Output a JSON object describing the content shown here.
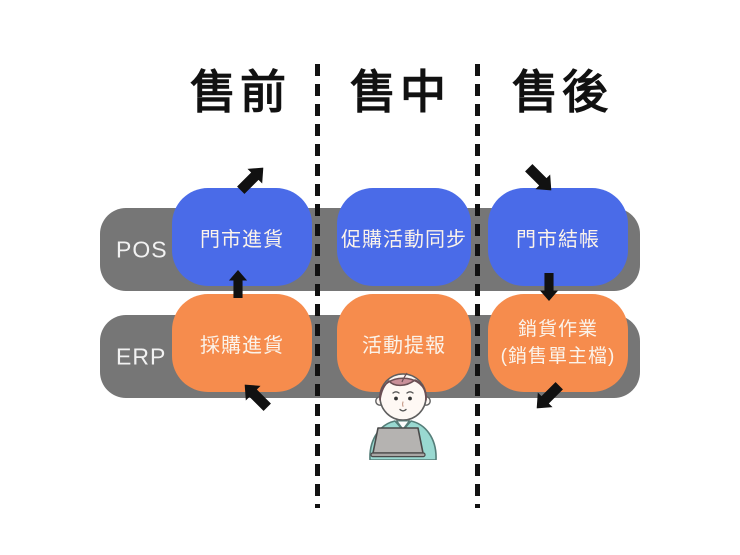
{
  "diagram": {
    "title_columns": [
      {
        "label": "售前"
      },
      {
        "label": "售中"
      },
      {
        "label": "售後"
      }
    ],
    "pos_row": {
      "label": "POS",
      "boxes": {
        "presale": "門市進貨",
        "midsale": "促購活動同步",
        "postsale": "門市結帳"
      }
    },
    "erp_row": {
      "label": "ERP",
      "boxes": {
        "presale": "採購進貨",
        "midsale": "活動提報",
        "postsale_line1": "銷貨作業",
        "postsale_line2": "(銷售單主檔)"
      }
    },
    "icons": {
      "presale_top": "arrow-up-right-icon",
      "presale_mid": "arrow-up-icon",
      "presale_bottom": "arrow-up-left-icon",
      "postsale_top": "arrow-down-right-icon",
      "postsale_mid": "arrow-down-icon",
      "postsale_bottom": "arrow-down-left-icon",
      "person": "person-at-laptop-illustration"
    },
    "colors": {
      "background": "#FFFFFF",
      "pos_box": "#4A6BE8",
      "erp_box": "#F68C4D",
      "system_bar": "#767676",
      "bar_text": "#F2F2F2",
      "box_text": "#FBF3EA",
      "header_text": "#111111",
      "divider": "#111111",
      "arrow": "#111111",
      "person_hair": "#C9909A",
      "person_skin": "#FEF8F4",
      "person_shirt": "#99D9D1",
      "laptop": "#B5B3B1"
    }
  }
}
